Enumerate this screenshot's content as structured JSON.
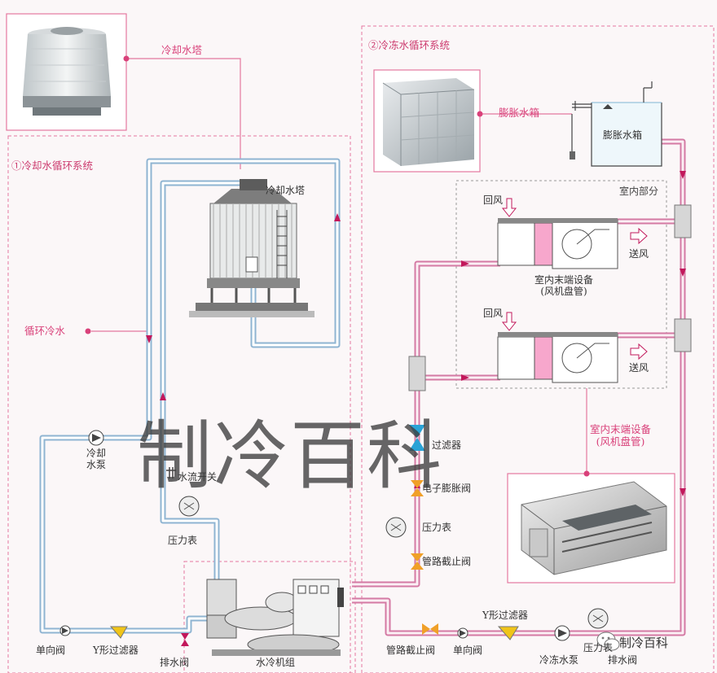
{
  "colors": {
    "cooling_pipe": "#8fb4d2",
    "chilled_pipe": "#d47aa4",
    "frame": "#e4779f",
    "label_pink": "#d9417a",
    "arrow": "#c2185b"
  },
  "sections": {
    "cooling_loop_title": "①冷却水循环系统",
    "chilled_loop_title": "②冷冻水循环系统",
    "indoor_part": "室内部分"
  },
  "callouts": {
    "cooling_tower": "冷却水塔",
    "circulating_water": "循环冷水",
    "expansion_tank": "膨胀水箱",
    "fcu_title": "室内末端设备\n(风机盘管)"
  },
  "labels": {
    "cooling_tower": "冷却水塔",
    "cooling_pump": "冷却\n水泵",
    "flow_switch": "水流开关",
    "pressure_gauge_left": "压力表",
    "check_valve_left": "单向阀",
    "y_strainer_left": "Y形过滤器",
    "drain_valve_left": "排水阀",
    "chiller": "水冷机组",
    "expansion_tank": "膨胀水箱",
    "return_air_1": "回风",
    "supply_air_1": "送风",
    "fcu_label": "室内末端设备\n(风机盘管)",
    "return_air_2": "回风",
    "supply_air_2": "送风",
    "filter": "过滤器",
    "electronic_expansion_valve": "电子膨胀阀",
    "pressure_gauge_right": "压力表",
    "shutoff_valve_1": "管路截止阀",
    "shutoff_valve_2": "管路截止阀",
    "check_valve_right": "单向阀",
    "y_strainer_right": "Y形过滤器",
    "chilled_pump": "冷冻水泵",
    "pressure_gauge_bottom": "压力表",
    "drain_valve_right": "排水阀"
  },
  "watermark": "制冷百科",
  "brand": "制冷百科",
  "icons": {
    "brand_icon": "wechat-icon",
    "pump": "pump-icon",
    "gauge": "pressure-gauge-icon",
    "valve": "valve-icon"
  }
}
